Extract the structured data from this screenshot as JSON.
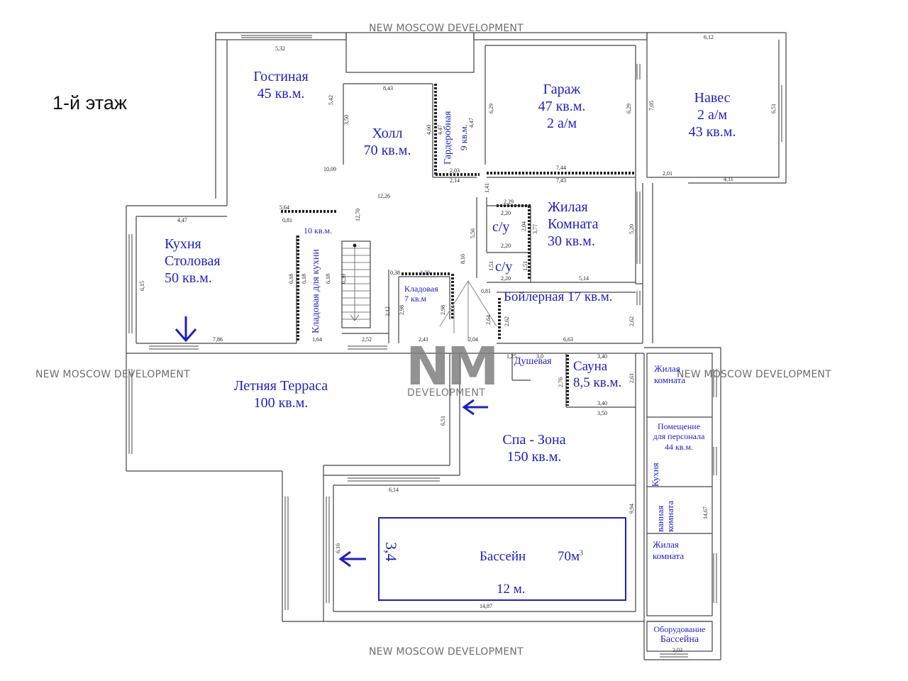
{
  "floor_title": "1-й этаж",
  "watermark": "NEW MOSCOW DEVELOPMENT",
  "logo": {
    "letters": "NM",
    "subtitle": "DEVELOPMENT"
  },
  "rooms": {
    "gostinaya": {
      "name": "Гостиная",
      "area": "45 кв.м."
    },
    "holl": {
      "name": "Холл",
      "area": "70 кв.м."
    },
    "garderob": {
      "name": "Гардеробная",
      "area": "9 кв.м."
    },
    "garazh": {
      "name": "Гараж",
      "area": "47 кв.м.",
      "cars": "2 а/м"
    },
    "naves": {
      "name": "Навес",
      "cars": "2 а/м",
      "area": "43 кв.м."
    },
    "zhilaya": {
      "line1": "Жилая",
      "line2": "Комната",
      "area": "30 кв.м."
    },
    "su1": "с/у",
    "su2": "с/у",
    "kuhnya": {
      "line1": "Кухня",
      "line2": "Столовая",
      "area": "50 кв.м."
    },
    "kladovaya_kuhni": {
      "area": "10 кв.м.",
      "name": "Кладовая для кухни"
    },
    "kladovaya": {
      "name": "Кладовая",
      "area": "7 кв.м"
    },
    "boiler": "Бойлерная 17 кв.м.",
    "dushevaya": "Душевая",
    "sauna": {
      "name": "Сауна",
      "area": "8,5 кв.м."
    },
    "terrasa": {
      "name": "Летняя Терраса",
      "area": "100 кв.м."
    },
    "spa": {
      "name": "Спа - Зона",
      "area": "150 кв.м."
    },
    "pool": {
      "name": "Бассейн",
      "volume": "70м",
      "sup": "3",
      "length": "12 м.",
      "depth": "3,4"
    },
    "staff_living1": {
      "line1": "Жилая",
      "line2": "комната"
    },
    "staff": {
      "line1": "Помещение",
      "line2": "для персонала",
      "area": "44 кв.м."
    },
    "staff_kitchen": "Кухня",
    "bath": {
      "line1": "ванная",
      "line2": "комната"
    },
    "staff_living2": {
      "line1": "Жилая",
      "line2": "комната"
    },
    "equipment": {
      "line1": "Оборудование",
      "line2": "Бассейна"
    }
  },
  "dims": {
    "d532": "5,32",
    "d443": "8,43",
    "d612": "6,12",
    "d542": "5,42",
    "d350": "3,50",
    "d460": "4,60",
    "d447a": "4,47",
    "d447b": "4,47",
    "d629a": "6,29",
    "d629b": "6,29",
    "d705": "7,05",
    "d651": "6,51",
    "d1009": "10,09",
    "d203": "2,03",
    "d214": "2,14",
    "d744": "7,44",
    "d743": "7,43",
    "d201": "2,01",
    "d411": "4,11",
    "d1226": "12,26",
    "d141": "1,41",
    "d229": "2,29",
    "d564": "5,64",
    "d081": "0,81",
    "d1270": "12,70",
    "d220a": "2,20",
    "d204": "2,04",
    "d377": "3,77",
    "d520": "5,20",
    "d447c": "4,47",
    "d556": "5,56",
    "d220b": "2,20",
    "d151a": "1,51",
    "d151b": "1,51",
    "d220c": "2,20",
    "d514": "5,14",
    "d038": "0,38",
    "d220d": "2,20",
    "d816": "8,16",
    "d615": "6,15",
    "d618a": "6,18",
    "d618b": "6,18",
    "d618c": "6,18",
    "d639": "6,39",
    "d312": "3,12",
    "d298a": "2,98",
    "d298b": "2,98",
    "d081b": "0,81",
    "d264": "2,64",
    "d262a": "2,62",
    "d262b": "2,62",
    "d786": "7,86",
    "d164": "1,64",
    "d252": "2,52",
    "d241": "2,41",
    "d204b": "2,04",
    "d663": "6,63",
    "d125": "1,25",
    "d30": "3,0",
    "d340a": "3,40",
    "d276": "2,76",
    "d261": "2,61",
    "d340b": "3,40",
    "d350b": "3,50",
    "d651b": "6,51",
    "d614": "6,14",
    "d994": "9,94",
    "d1467": "14,67",
    "d616": "6,16",
    "d1487": "14,87",
    "d303": "3,03"
  }
}
